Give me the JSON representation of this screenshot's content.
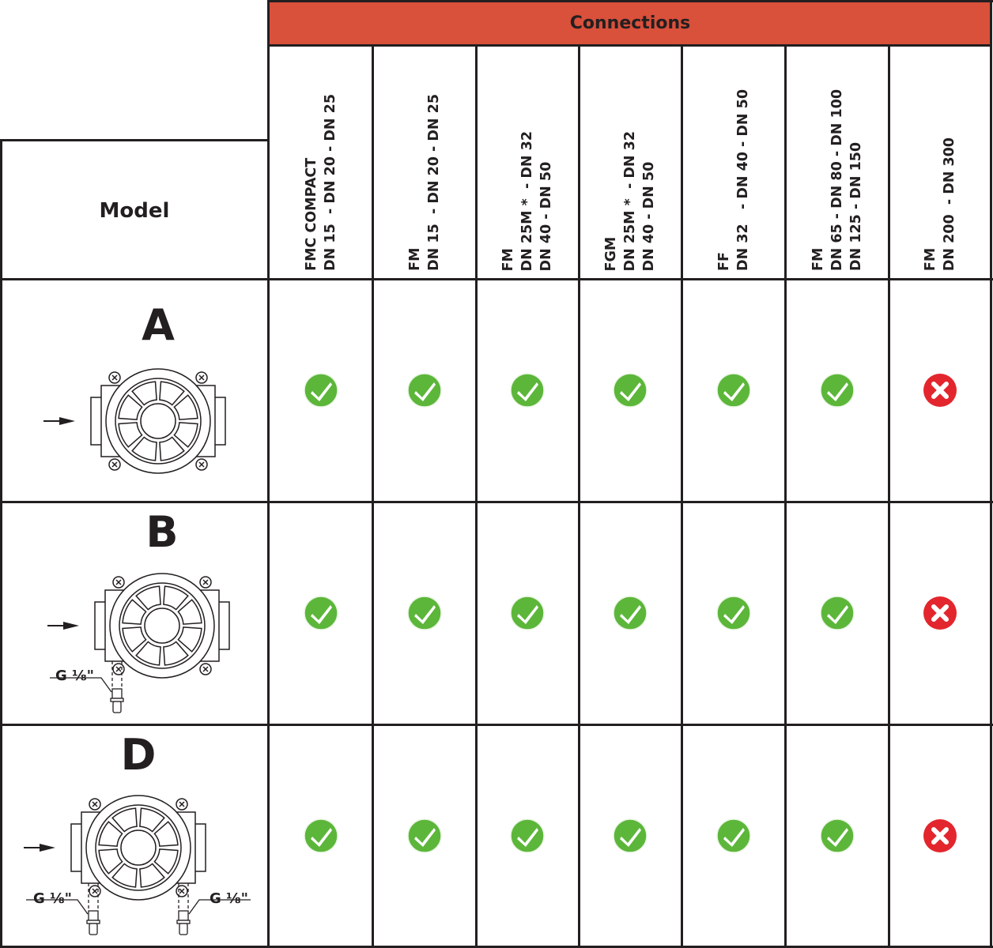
{
  "header": {
    "connections": "Connections",
    "model": "Model"
  },
  "columns": [
    {
      "lines": [
        "FMC COMPACT",
        "DN 15  - DN 20 - DN 25"
      ]
    },
    {
      "lines": [
        "FM",
        "DN 15  - DN 20 - DN 25"
      ]
    },
    {
      "lines": [
        "FM",
        "DN 25M *  - DN 32",
        "DN 40 - DN 50"
      ]
    },
    {
      "lines": [
        "FGM",
        "DN 25M *  - DN 32",
        "DN 40 - DN 50"
      ]
    },
    {
      "lines": [
        "FF",
        "DN 32   - DN 40 - DN 50"
      ]
    },
    {
      "lines": [
        "FM",
        "DN 65 - DN 80 - DN 100",
        "DN 125 - DN 150"
      ]
    },
    {
      "lines": [
        "FM",
        "DN 200  - DN 300"
      ]
    }
  ],
  "rows": [
    {
      "model": "A",
      "fitting_labels": [],
      "status": [
        "yes",
        "yes",
        "yes",
        "yes",
        "yes",
        "yes",
        "no"
      ]
    },
    {
      "model": "B",
      "fitting_labels": [
        "G ⅛\""
      ],
      "status": [
        "yes",
        "yes",
        "yes",
        "yes",
        "yes",
        "yes",
        "no"
      ]
    },
    {
      "model": "D",
      "fitting_labels": [
        "G ⅛\"",
        "G ⅛\""
      ],
      "status": [
        "yes",
        "yes",
        "yes",
        "yes",
        "yes",
        "yes",
        "no"
      ]
    }
  ],
  "colors": {
    "header": "#d9503b",
    "yes": "#5cb63a",
    "no": "#e3262d"
  },
  "icons": {
    "yes": "check-circle-icon",
    "no": "x-circle-icon"
  }
}
